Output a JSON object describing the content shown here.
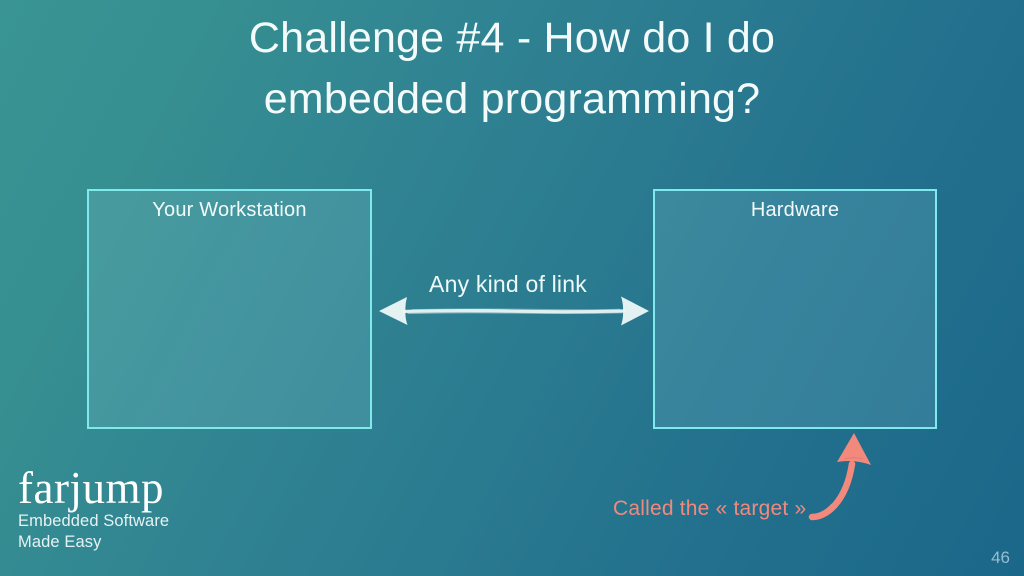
{
  "slide": {
    "title": "Challenge #4 - How do I do\nembedded programming?",
    "page_number": "46",
    "accent_cyan": "#7fe9ec",
    "accent_pink": "#f2897d",
    "text_color": "#f2fafa",
    "background_from": "#399493",
    "background_to": "#1b678a"
  },
  "diagram": {
    "left_box": {
      "label": "Your Workstation"
    },
    "right_box": {
      "label": "Hardware"
    },
    "connector": {
      "label": "Any kind of link",
      "style": "double-headed-arrow",
      "icon": "double-arrow-icon"
    },
    "annotation": {
      "text": "Called the « target »",
      "icon": "curved-arrow-icon",
      "points_to": "right_box"
    }
  },
  "logo": {
    "wordmark": "farjump",
    "tagline_line1": "Embedded Software",
    "tagline_line2": "Made Easy"
  }
}
